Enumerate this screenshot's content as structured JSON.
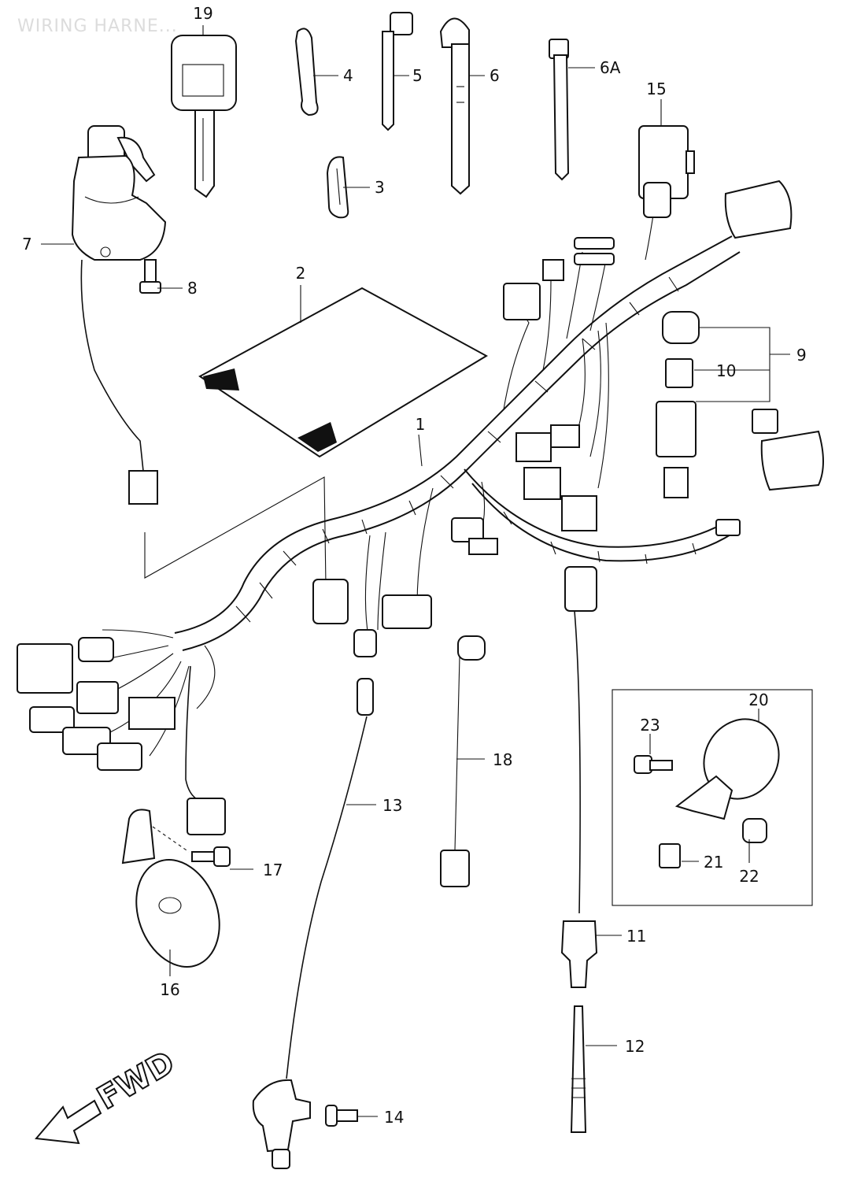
{
  "watermark": "WIRING HARNE...",
  "direction_label": "FWD",
  "labels": {
    "p1": "1",
    "p2": "2",
    "p3": "3",
    "p4": "4",
    "p5": "5",
    "p6": "6",
    "p6a": "6A",
    "p7": "7",
    "p8": "8",
    "p9": "9",
    "p10": "10",
    "p11": "11",
    "p12": "12",
    "p13": "13",
    "p14": "14",
    "p15": "15",
    "p16": "16",
    "p17": "17",
    "p18": "18",
    "p19": "19",
    "p20": "20",
    "p21": "21",
    "p22": "22",
    "p23": "23"
  }
}
